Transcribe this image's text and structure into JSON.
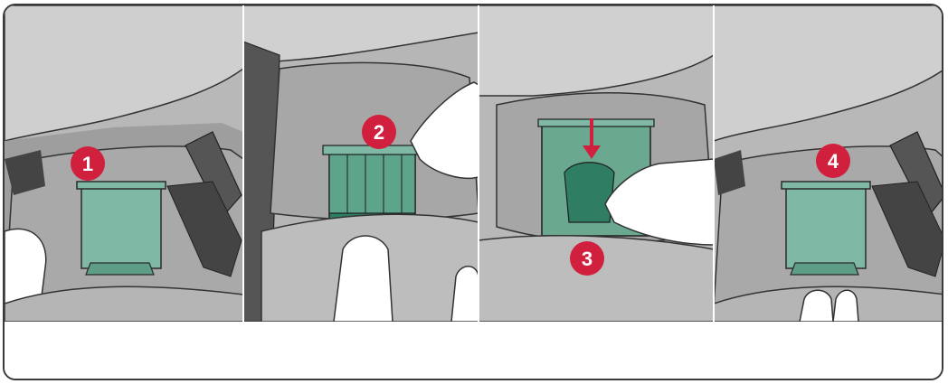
{
  "steps": [
    {
      "number": "1"
    },
    {
      "number": "2"
    },
    {
      "number": "3"
    },
    {
      "number": "4"
    }
  ],
  "colors": {
    "badge": "#d0203e",
    "filter": "#7fb8a4",
    "filter_dark": "#2f7e63",
    "housing": "#b0b0b0",
    "background": "#c9c9c9",
    "outline": "#333333"
  }
}
